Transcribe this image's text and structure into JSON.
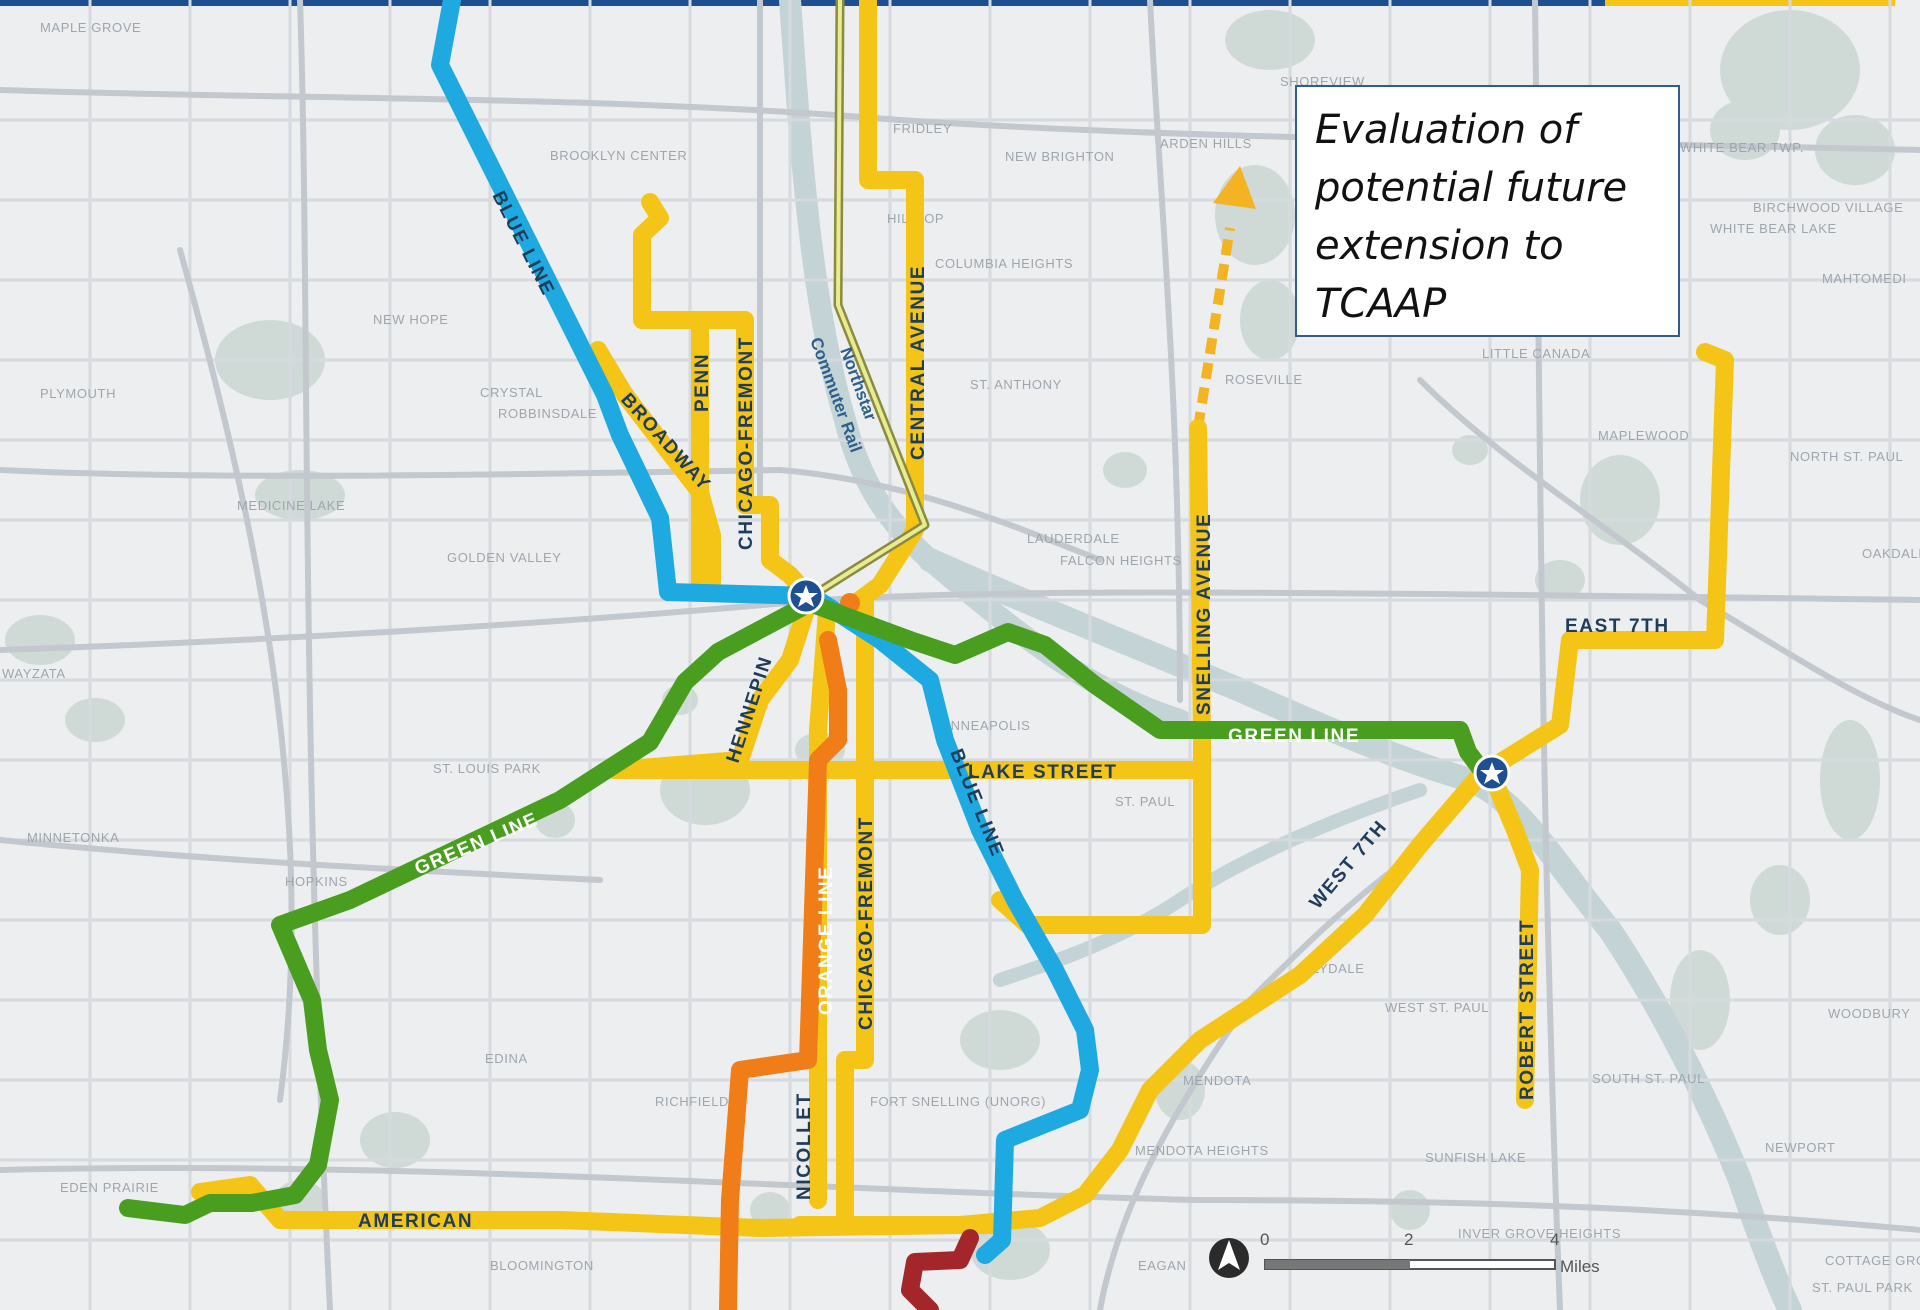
{
  "annotation": {
    "lines": [
      "Evaluation of",
      "potential future",
      "extension to",
      "TCAAP"
    ]
  },
  "route_labels": {
    "blue_line": "BLUE LINE",
    "green_line": "GREEN LINE",
    "orange_line": "ORANGE LINE",
    "northstar": "Northstar",
    "commuter_rail": "Commuter Rail",
    "broadway": "BROADWAY",
    "penn": "PENN",
    "chicago_fremont": "CHICAGO-FREMONT",
    "central_avenue": "CENTRAL AVENUE",
    "snelling_avenue": "SNELLING AVENUE",
    "east_7th": "EAST 7TH",
    "lake_street": "LAKE STREET",
    "hennepin": "HENNEPIN",
    "west_7th": "WEST 7TH",
    "robert_street": "ROBERT STREET",
    "nicollet": "NICOLLET",
    "american": "AMERICAN"
  },
  "places": {
    "maple_grove": "MAPLE GROVE",
    "brooklyn_center": "BROOKLYN CENTER",
    "fridley": "FRIDLEY",
    "new_brighton": "NEW BRIGHTON",
    "arden_hills": "ARDEN HILLS",
    "shoreview": "SHOREVIEW",
    "hilltop": "HILLTOP",
    "columbia_heights": "COLUMBIA HEIGHTS",
    "new_hope": "NEW HOPE",
    "plymouth": "PLYMOUTH",
    "crystal": "CRYSTAL",
    "robbinsdale": "ROBBINSDALE",
    "st_anthony": "ST. ANTHONY",
    "roseville": "ROSEVILLE",
    "little_canada": "LITTLE CANADA",
    "maplewood": "MAPLEWOOD",
    "north_st_paul": "NORTH ST. PAUL",
    "white_bear_lake": "WHITE BEAR LAKE",
    "birchwood_village": "BIRCHWOOD VILLAGE",
    "mahtomedi": "MAHTOMEDI",
    "white_bear_twp": "WHITE BEAR TWP.",
    "medicine_lake": "MEDICINE LAKE",
    "golden_valley": "GOLDEN VALLEY",
    "lauderdale": "LAUDERDALE",
    "falcon_heights": "FALCON HEIGHTS",
    "oakdale": "OAKDALE",
    "wayzata": "WAYZATA",
    "st_louis_park": "ST. LOUIS PARK",
    "minneapolis": "MINNEAPOLIS",
    "st_paul": "ST. PAUL",
    "minnetonka": "MINNETONKA",
    "hopkins": "HOPKINS",
    "lilydale": "LILYDALE",
    "west_st_paul": "WEST ST. PAUL",
    "woodbury": "WOODBURY",
    "edina": "EDINA",
    "mendota": "MENDOTA",
    "south_st_paul": "SOUTH ST. PAUL",
    "richfield": "RICHFIELD",
    "fort_snelling": "FORT SNELLING (UNORG)",
    "mendota_heights": "MENDOTA HEIGHTS",
    "sunfish_lake": "SUNFISH LAKE",
    "newport": "NEWPORT",
    "eden_prairie": "EDEN PRAIRIE",
    "bloomington": "BLOOMINGTON",
    "eagan": "EAGAN",
    "inver_grove_heights": "INVER GROVE HEIGHTS",
    "cottage_grove": "COTTAGE GROVE",
    "st_paul_park": "ST. PAUL PARK"
  },
  "scale_bar": {
    "tick_0": "0",
    "tick_2": "2",
    "tick_4": "4",
    "unit": "Miles"
  },
  "icons": {
    "north_arrow": "north-arrow-icon",
    "transit_hub": "star-icon"
  },
  "colors": {
    "yellow_route": "#f4c516",
    "green_line": "#4a9e1f",
    "blue_line": "#1ea9e1",
    "orange_line": "#f07d17",
    "red_line": "#a3262b",
    "northstar": "#c9d86a",
    "future_extension": "#f4b323",
    "header_bar": "#1d4f91",
    "header_accent": "#f4c516"
  }
}
